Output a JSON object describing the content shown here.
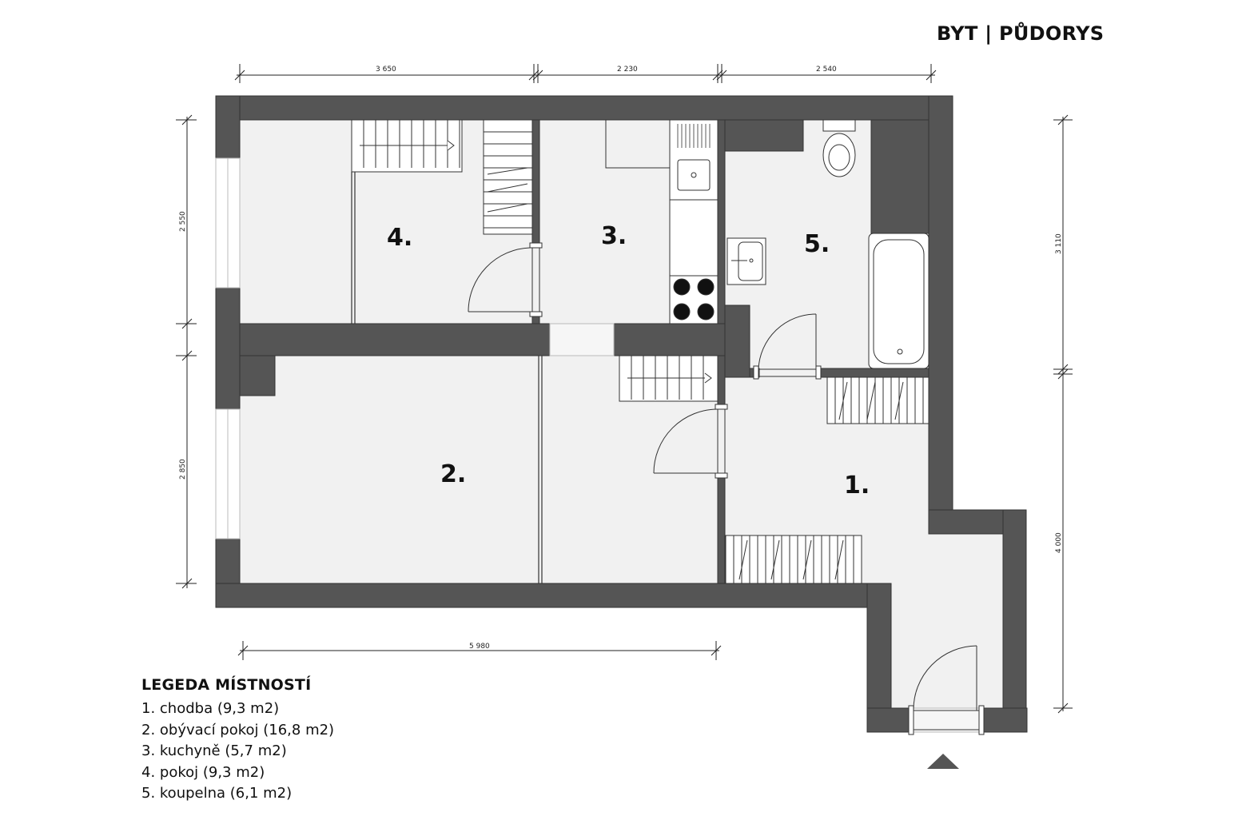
{
  "title": "BYT | PŮDORYS",
  "dimensions": {
    "top": [
      "3 650",
      "2 230",
      "2 540"
    ],
    "left": [
      "2 550",
      "2 850"
    ],
    "right": [
      "3 110",
      "4 000"
    ],
    "bottom": "5 980"
  },
  "rooms": {
    "r1": "1.",
    "r2": "2.",
    "r3": "3.",
    "r4": "4.",
    "r5": "5."
  },
  "legend": {
    "title": "LEGEDA MÍSTNOSTÍ",
    "items": [
      "1. chodba (9,3  m2)",
      "2. obývací pokoj (16,8 m2)",
      "3. kuchyně (5,7 m2)",
      "4. pokoj (9,3 m2)",
      "5. koupelna (6,1 m2)"
    ]
  },
  "colors": {
    "wall": "#555555",
    "floor": "#f1f1f1",
    "line": "#333333"
  },
  "icons": {
    "entrance": "north-arrow-triangle-icon"
  }
}
